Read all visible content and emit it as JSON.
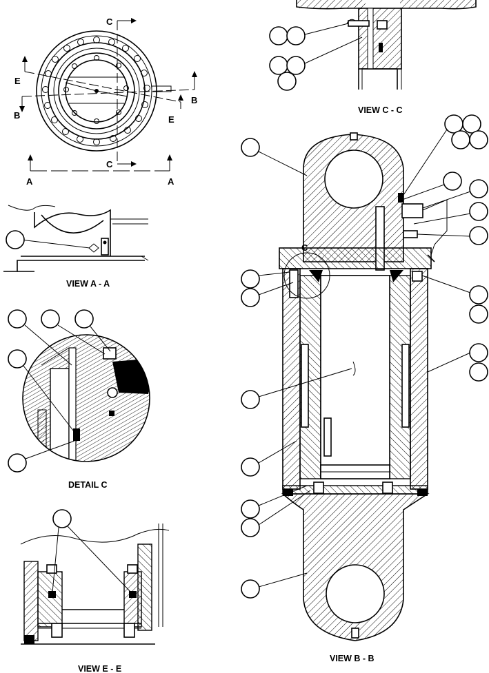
{
  "views": {
    "view_aa": "VIEW A - A",
    "detail_c": "DETAIL C",
    "view_ee": "VIEW E - E",
    "view_cc": "VIEW C - C",
    "view_bb": "VIEW B - B"
  },
  "section_marks": {
    "a": "A",
    "b": "B",
    "c": "C",
    "e": "E"
  },
  "detail_marker": "C"
}
